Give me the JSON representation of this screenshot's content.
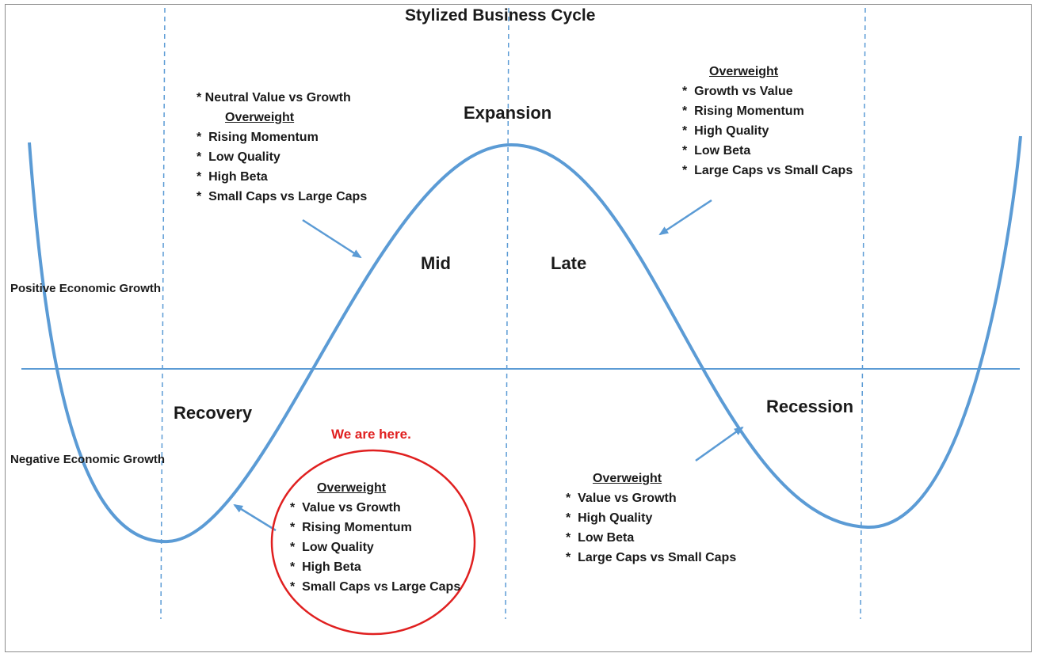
{
  "title": "Stylized Business Cycle",
  "axis_labels": {
    "positive": "Positive Economic Growth",
    "negative": "Negative Economic Growth"
  },
  "phases": {
    "expansion": "Expansion",
    "mid": "Mid",
    "late": "Late",
    "recovery": "Recovery",
    "recession": "Recession"
  },
  "marker": "We are here.",
  "panels": {
    "mid": {
      "note": "* Neutral Value vs Growth",
      "heading": "Overweight",
      "items": [
        "Rising Momentum",
        "Low Quality",
        "High Beta",
        "Small Caps vs Large Caps"
      ]
    },
    "late": {
      "heading": "Overweight",
      "items": [
        "Growth vs Value",
        "Rising Momentum",
        "High Quality",
        "Low Beta",
        "Large Caps vs Small Caps"
      ]
    },
    "recovery": {
      "heading": "Overweight",
      "items": [
        "Value vs Growth",
        "Rising Momentum",
        "Low Quality",
        "High Beta",
        "Small Caps vs Large Caps"
      ]
    },
    "recession": {
      "heading": "Overweight",
      "items": [
        "Value vs Growth",
        "High Quality",
        "Low Beta",
        "Large Caps vs Small Caps"
      ]
    }
  },
  "colors": {
    "curve": "#5b9bd5",
    "axis_line": "#5b9bd5",
    "dashed": "#5b9bd5",
    "arrow": "#5b9bd5",
    "highlight": "#e02020",
    "text": "#1a1a1a"
  }
}
